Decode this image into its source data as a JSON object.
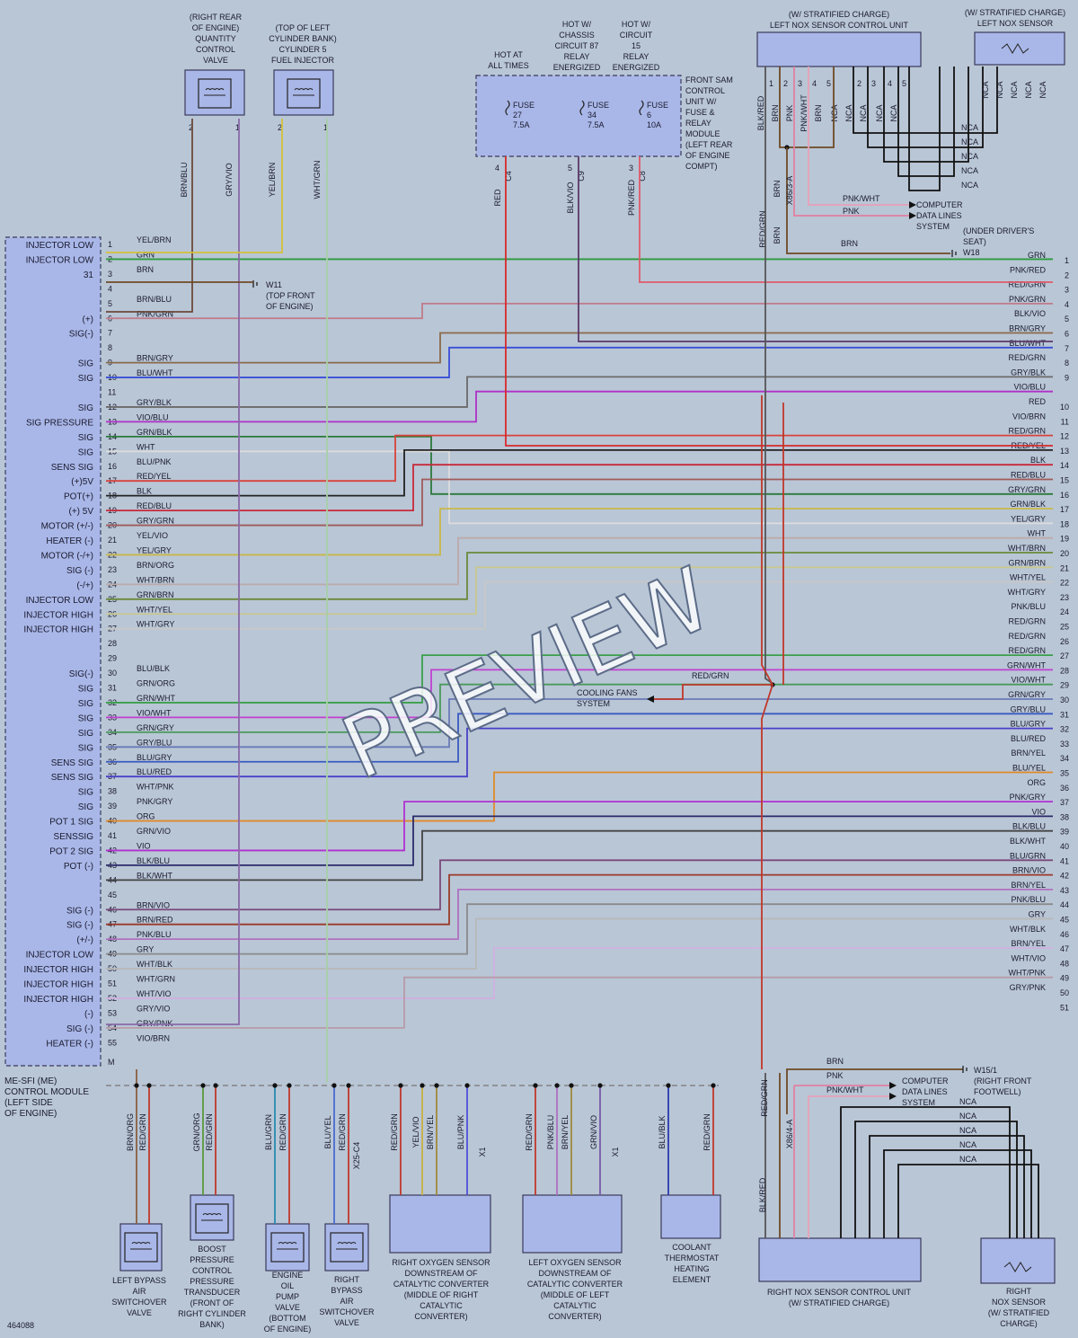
{
  "diagram_id": "464088",
  "watermark": "PREVIEW",
  "ecm": {
    "title_lines": [
      "ME-SFI (ME)",
      "CONTROL MODULE",
      "(LEFT SIDE",
      "OF ENGINE)"
    ],
    "labels": {
      "1": "INJECTOR LOW",
      "2": "INJECTOR LOW",
      "3": "31",
      "6": "(+)",
      "7": "SIG(-)",
      "9": "SIG",
      "10": "SIG",
      "12": "SIG",
      "13": "SIG PRESSURE",
      "14": "SIG",
      "15": "SIG",
      "16": "SENS SIG",
      "17": "(+)5V",
      "18": "POT(+)",
      "19": "(+) 5V",
      "20": "MOTOR (+/-)",
      "21": "HEATER (-)",
      "22": "MOTOR (-/+)",
      "23": "SIG (-)",
      "24": "(-/+)",
      "25": "INJECTOR LOW",
      "26": "INJECTOR HIGH",
      "27": "INJECTOR HIGH",
      "30": "SIG(-)",
      "31": "SIG",
      "32": "SIG",
      "33": "SIG",
      "34": "SIG",
      "35": "SIG",
      "36": "SENS SIG",
      "37": "SENS SIG",
      "38": "SIG",
      "39": "SIG",
      "40": "POT 1 SIG",
      "41": "SENSSIG",
      "42": "POT 2 SIG",
      "43": "POT (-)",
      "46": "SIG (-)",
      "47": "SIG (-)",
      "48": "(+/-)",
      "49": "INJECTOR LOW",
      "50": "INJECTOR HIGH",
      "51": "INJECTOR HIGH",
      "52": "INJECTOR HIGH",
      "53": "(-)",
      "54": "SIG (-)",
      "55": "HEATER (-)"
    },
    "m_label": "M"
  },
  "pins": [
    {
      "n": "1",
      "w": "YEL/BRN"
    },
    {
      "n": "2",
      "w": "GRN"
    },
    {
      "n": "3",
      "w": "BRN"
    },
    {
      "n": "4",
      "w": ""
    },
    {
      "n": "5",
      "w": "BRN/BLU"
    },
    {
      "n": "6",
      "w": "PNK/GRN"
    },
    {
      "n": "7",
      "w": ""
    },
    {
      "n": "8",
      "w": ""
    },
    {
      "n": "9",
      "w": "BRN/GRY"
    },
    {
      "n": "10",
      "w": "BLU/WHT"
    },
    {
      "n": "11",
      "w": ""
    },
    {
      "n": "12",
      "w": "GRY/BLK"
    },
    {
      "n": "13",
      "w": "VIO/BLU"
    },
    {
      "n": "14",
      "w": "GRN/BLK"
    },
    {
      "n": "15",
      "w": "WHT"
    },
    {
      "n": "16",
      "w": "BLU/PNK"
    },
    {
      "n": "17",
      "w": "RED/YEL"
    },
    {
      "n": "18",
      "w": "BLK"
    },
    {
      "n": "19",
      "w": "RED/BLU"
    },
    {
      "n": "20",
      "w": "GRY/GRN"
    },
    {
      "n": "21",
      "w": "YEL/VIO"
    },
    {
      "n": "22",
      "w": "YEL/GRY"
    },
    {
      "n": "23",
      "w": "BRN/ORG"
    },
    {
      "n": "24",
      "w": "WHT/BRN"
    },
    {
      "n": "25",
      "w": "GRN/BRN"
    },
    {
      "n": "26",
      "w": "WHT/YEL"
    },
    {
      "n": "27",
      "w": "WHT/GRY"
    },
    {
      "n": "28",
      "w": ""
    },
    {
      "n": "29",
      "w": ""
    },
    {
      "n": "30",
      "w": "BLU/BLK"
    },
    {
      "n": "31",
      "w": "GRN/ORG"
    },
    {
      "n": "32",
      "w": "GRN/WHT"
    },
    {
      "n": "33",
      "w": "VIO/WHT"
    },
    {
      "n": "34",
      "w": "GRN/GRY"
    },
    {
      "n": "35",
      "w": "GRY/BLU"
    },
    {
      "n": "36",
      "w": "BLU/GRY"
    },
    {
      "n": "37",
      "w": "BLU/RED"
    },
    {
      "n": "38",
      "w": "WHT/PNK"
    },
    {
      "n": "39",
      "w": "PNK/GRY"
    },
    {
      "n": "40",
      "w": "ORG"
    },
    {
      "n": "41",
      "w": "GRN/VIO"
    },
    {
      "n": "42",
      "w": "VIO"
    },
    {
      "n": "43",
      "w": "BLK/BLU"
    },
    {
      "n": "44",
      "w": "BLK/WHT"
    },
    {
      "n": "45",
      "w": ""
    },
    {
      "n": "46",
      "w": "BRN/VIO"
    },
    {
      "n": "47",
      "w": "BRN/RED"
    },
    {
      "n": "48",
      "w": "PNK/BLU"
    },
    {
      "n": "49",
      "w": "GRY"
    },
    {
      "n": "50",
      "w": "WHT/BLK"
    },
    {
      "n": "51",
      "w": "WHT/GRN"
    },
    {
      "n": "52",
      "w": "WHT/VIO"
    },
    {
      "n": "53",
      "w": "GRY/VIO"
    },
    {
      "n": "54",
      "w": "GRY/PNK"
    },
    {
      "n": "55",
      "w": "VIO/BRN"
    }
  ],
  "right_connector": [
    {
      "n": "1",
      "w": "GRN"
    },
    {
      "n": "2",
      "w": "PNK/RED"
    },
    {
      "n": "3",
      "w": "RED/GRN"
    },
    {
      "n": "4",
      "w": "PNK/GRN"
    },
    {
      "n": "5",
      "w": "BLK/VIO"
    },
    {
      "n": "6",
      "w": "BRN/GRY"
    },
    {
      "n": "7",
      "w": "BLU/WHT"
    },
    {
      "n": "8",
      "w": "RED/GRN"
    },
    {
      "n": "9",
      "w": "GRY/BLK"
    },
    {
      "n": "",
      "w": "VIO/BLU"
    },
    {
      "n": "10",
      "w": "RED"
    },
    {
      "n": "11",
      "w": "VIO/BRN"
    },
    {
      "n": "12",
      "w": "RED/GRN"
    },
    {
      "n": "13",
      "w": "RED/YEL"
    },
    {
      "n": "14",
      "w": "BLK"
    },
    {
      "n": "15",
      "w": "RED/BLU"
    },
    {
      "n": "16",
      "w": "GRY/GRN"
    },
    {
      "n": "17",
      "w": "GRN/BLK"
    },
    {
      "n": "18",
      "w": "YEL/GRY"
    },
    {
      "n": "19",
      "w": "WHT"
    },
    {
      "n": "20",
      "w": "WHT/BRN"
    },
    {
      "n": "21",
      "w": "GRN/BRN"
    },
    {
      "n": "22",
      "w": "WHT/YEL"
    },
    {
      "n": "23",
      "w": "WHT/GRY"
    },
    {
      "n": "24",
      "w": "PNK/BLU"
    },
    {
      "n": "25",
      "w": "RED/GRN"
    },
    {
      "n": "26",
      "w": "RED/GRN"
    },
    {
      "n": "27",
      "w": "RED/GRN"
    },
    {
      "n": "28",
      "w": "GRN/WHT"
    },
    {
      "n": "29",
      "w": "VIO/WHT"
    },
    {
      "n": "30",
      "w": "GRN/GRY"
    },
    {
      "n": "31",
      "w": "GRY/BLU"
    },
    {
      "n": "32",
      "w": "BLU/GRY"
    },
    {
      "n": "33",
      "w": "BLU/RED"
    },
    {
      "n": "34",
      "w": "BRN/YEL"
    },
    {
      "n": "35",
      "w": "BLU/YEL"
    },
    {
      "n": "36",
      "w": "ORG"
    },
    {
      "n": "37",
      "w": "PNK/GRY"
    },
    {
      "n": "38",
      "w": "VIO"
    },
    {
      "n": "39",
      "w": "BLK/BLU"
    },
    {
      "n": "40",
      "w": "BLK/WHT"
    },
    {
      "n": "41",
      "w": "BLU/GRN"
    },
    {
      "n": "42",
      "w": "BRN/VIO"
    },
    {
      "n": "43",
      "w": "BRN/YEL"
    },
    {
      "n": "44",
      "w": "PNK/BLU"
    },
    {
      "n": "45",
      "w": "GRY"
    },
    {
      "n": "46",
      "w": "WHT/BLK"
    },
    {
      "n": "47",
      "w": "BRN/YEL"
    },
    {
      "n": "48",
      "w": "WHT/VIO"
    },
    {
      "n": "49",
      "w": "WHT/PNK"
    },
    {
      "n": "50",
      "w": "GRY/PNK"
    },
    {
      "n": "51",
      "w": ""
    }
  ],
  "wire_colors": {
    "YEL/BRN": "#d4c23a",
    "GRN": "#2c9a3c",
    "BRN": "#6e4a25",
    "BRN/BLU": "#6a4a3a",
    "PNK/GRN": "#c07a8a",
    "BRN/GRY": "#8a6a4a",
    "BLU/WHT": "#3a4fd6",
    "GRY/BLK": "#6a6a6a",
    "VIO/BLU": "#b030c8",
    "GRN/BLK": "#2a7a3a",
    "WHT": "#dcdcdc",
    "BLU/PNK": "#5050d8",
    "RED/YEL": "#d8423a",
    "BLK": "#222222",
    "RED/BLU": "#c8283a",
    "GRY/GRN": "#a05a5a",
    "YEL/VIO": "#c8b040",
    "YEL/GRY": "#c8b848",
    "BRN/ORG": "#8a6040",
    "WHT/BRN": "#bcaaaa",
    "GRN/BRN": "#6a8a3a",
    "WHT/YEL": "#c8c890",
    "WHT/GRY": "#c8c8c8",
    "BLU/BLK": "#2a3ab0",
    "GRN/ORG": "#5a9a3a",
    "GRN/WHT": "#3aa04a",
    "VIO/WHT": "#c040d0",
    "GRN/GRY": "#4a9a5a",
    "GRY/BLU": "#6a7ab8",
    "BLU/GRY": "#3a5ac0",
    "BLU/RED": "#4a40c8",
    "WHT/PNK": "#e0b8c8",
    "PNK/GRY": "#d08aa0",
    "ORG": "#e08a2a",
    "GRN/VIO": "#7a5aa8",
    "VIO": "#b030d0",
    "BLK/BLU": "#2a2a6a",
    "BLK/WHT": "#444444",
    "BRN/VIO": "#7a4a7a",
    "BRN/RED": "#9a3a2a",
    "PNK/BLU": "#b070c0",
    "GRY": "#8a8a8a",
    "WHT/BLK": "#b8b8b8",
    "WHT/GRN": "#a8d0a8",
    "WHT/VIO": "#d0b0e0",
    "GRY/VIO": "#8a6aa8",
    "GRY/PNK": "#b89aa8",
    "VIO/BRN": "#9a4a8a",
    "RED": "#d8282a",
    "RED/GRN": "#c0382a",
    "BLK/VIO": "#5a3a6a",
    "BRN/YEL": "#a08a3a",
    "BLU/YEL": "#4a6ad0",
    "BLU/GRN": "#2a8ab0",
    "PNK/RED": "#e05a6a",
    "PNK": "#e080a0",
    "PNK/WHT": "#e8a0b8",
    "YEL/VIO2": "#c8a040",
    "NCA": "#222222",
    "BRN/PNK": "#a06a6a"
  },
  "top": {
    "qcv": [
      "(RIGHT REAR",
      "OF ENGINE)",
      "QUANTITY",
      "CONTROL",
      "VALVE"
    ],
    "inj": [
      "(TOP OF LEFT",
      "CYLINDER BANK)",
      "CYLINDER 5",
      "FUEL INJECTOR"
    ],
    "hot1": [
      "HOT AT",
      "ALL TIMES"
    ],
    "hot2": [
      "HOT W/",
      "CHASSIS",
      "CIRCUIT 87",
      "RELAY",
      "ENERGIZED"
    ],
    "hot3": [
      "HOT W/",
      "CIRCUIT",
      "15",
      "RELAY",
      "ENERGIZED"
    ],
    "fuse1": [
      "FUSE",
      "27",
      "7.5A"
    ],
    "fuse2": [
      "FUSE",
      "34",
      "7.5A"
    ],
    "fuse3": [
      "FUSE",
      "6",
      "10A"
    ],
    "sam": [
      "FRONT SAM",
      "CONTROL",
      "UNIT W/",
      "FUSE &",
      "RELAY",
      "MODULE",
      "(LEFT REAR",
      "OF ENGINE",
      "COMPT)"
    ],
    "lnox_cu": [
      "(W/ STRATIFIED CHARGE)",
      "LEFT NOX SENSOR CONTROL UNIT"
    ],
    "lnox_s": [
      "(W/ STRATIFIED CHARGE)",
      "LEFT NOX SENSOR"
    ],
    "qcv_wires": [
      "BRN/BLU",
      "GRY/VIO"
    ],
    "inj_wires": [
      "YEL/BRN",
      "WHT/GRN"
    ],
    "fuse_wires": [
      "RED",
      "BLK/VIO",
      "PNK/RED"
    ],
    "fuse_conn": [
      "C4",
      "C9",
      "C8"
    ],
    "fuse_pins": [
      "4",
      "5",
      "3"
    ],
    "cdl": [
      "COMPUTER",
      "DATA LINES",
      "SYSTEM"
    ],
    "w11": [
      "W11",
      "(TOP FRONT",
      "OF ENGINE)"
    ],
    "w18": [
      "(UNDER DRIVER'S",
      "SEAT)",
      "W18"
    ],
    "x86_3": "X86/3-A",
    "x86_4": "X86/4-A",
    "cooling": [
      "COOLING FANS",
      "SYSTEM"
    ],
    "w15": [
      "W15/1",
      "(RIGHT FRONT",
      "FOOTWELL)"
    ]
  },
  "bottom": {
    "lbav": [
      "LEFT BYPASS",
      "AIR",
      "SWITCHOVER",
      "VALVE"
    ],
    "bpt": [
      "BOOST",
      "PRESSURE",
      "CONTROL",
      "PRESSURE",
      "TRANSDUCER",
      "(FRONT OF",
      "RIGHT CYLINDER",
      "BANK)"
    ],
    "eop": [
      "ENGINE",
      "OIL",
      "PUMP",
      "VALVE",
      "(BOTTOM",
      "OF ENGINE)"
    ],
    "rbav": [
      "RIGHT",
      "BYPASS",
      "AIR",
      "SWITCHOVER",
      "VALVE"
    ],
    "ro2": [
      "RIGHT OXYGEN SENSOR",
      "DOWNSTREAM OF",
      "CATALYTIC CONVERTER",
      "(MIDDLE OF RIGHT",
      "CATALYTIC",
      "CONVERTER)"
    ],
    "lo2": [
      "LEFT OXYGEN SENSOR",
      "DOWNSTREAM OF",
      "CATALYTIC CONVERTER",
      "(MIDDLE OF LEFT",
      "CATALYTIC",
      "CONVERTER)"
    ],
    "cth": [
      "COOLANT",
      "THERMOSTAT",
      "HEATING",
      "ELEMENT"
    ],
    "rnox_cu": [
      "RIGHT NOX SENSOR CONTROL UNIT",
      "(W/ STRATIFIED CHARGE)"
    ],
    "rnox_s": [
      "RIGHT",
      "NOX SENSOR",
      "(W/ STRATIFIED",
      "CHARGE)"
    ],
    "x25": "X25-C4",
    "x1": "X1"
  }
}
